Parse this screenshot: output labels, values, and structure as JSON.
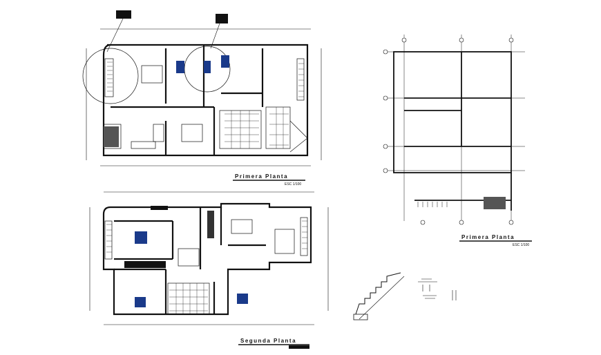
{
  "drawings": {
    "ground_floor": {
      "title": "Primera Planta",
      "scale": "ESC 1/100"
    },
    "upper_floor": {
      "title": "Segunda Planta"
    },
    "structural_plan": {
      "title": "Primera Planta",
      "scale": "ESC 1/100"
    }
  },
  "colors": {
    "line": "#111111",
    "fixture_blue": "#1a3a8a",
    "background": "#ffffff"
  }
}
